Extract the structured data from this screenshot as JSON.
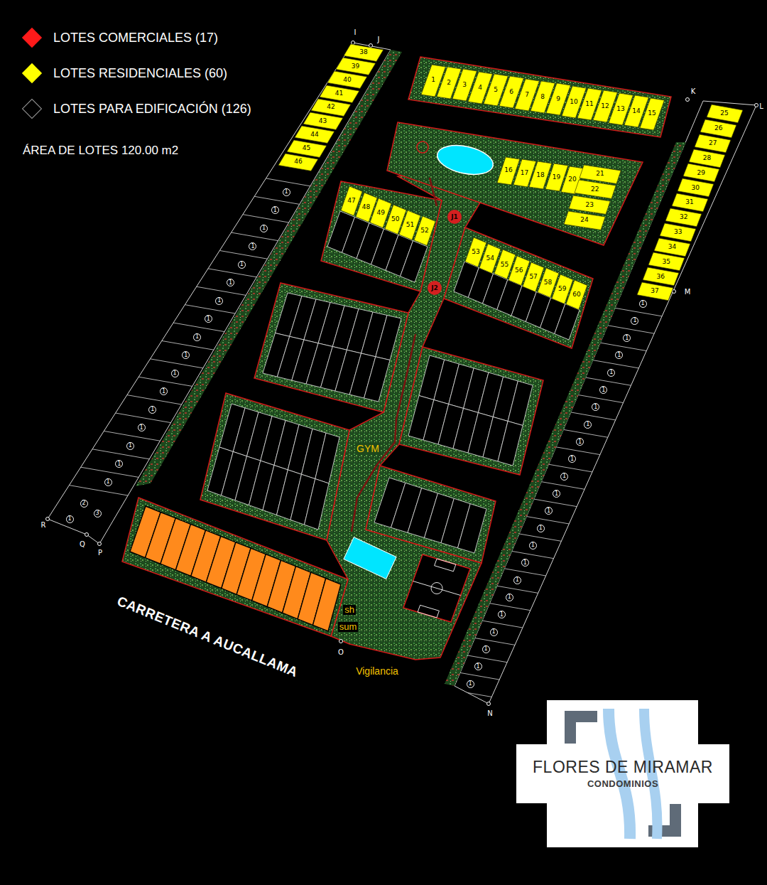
{
  "diagram": {
    "nodes": [
      {
        "text": [
          "1"
        ]
      },
      {
        "text": [
          "2"
        ]
      },
      {
        "text": [
          "3"
        ]
      },
      {
        "text": [
          "4"
        ]
      },
      {
        "text": [
          "5"
        ]
      },
      {
        "text": [
          "6"
        ]
      },
      {
        "text": [
          "7"
        ]
      },
      {
        "text": [
          "8"
        ]
      },
      {
        "text": [
          "9"
        ]
      },
      {
        "text": [
          "10"
        ]
      },
      {
        "text": [
          "11"
        ]
      },
      {
        "text": [
          "12"
        ]
      },
      {
        "text": [
          "13"
        ]
      },
      {
        "text": [
          "14"
        ]
      },
      {
        "text": [
          "15"
        ]
      },
      {
        "text": [
          "16"
        ]
      },
      {
        "text": [
          "17"
        ]
      },
      {
        "text": [
          "18"
        ]
      },
      {
        "text": [
          "19"
        ]
      },
      {
        "text": [
          "20"
        ]
      },
      {
        "text": [
          "21"
        ]
      },
      {
        "text": [
          "22"
        ]
      },
      {
        "text": [
          "23"
        ]
      },
      {
        "text": [
          "24"
        ]
      },
      {
        "text": [
          "25"
        ]
      },
      {
        "text": [
          "26"
        ]
      },
      {
        "text": [
          "27"
        ]
      },
      {
        "text": [
          "28"
        ]
      },
      {
        "text": [
          "29"
        ]
      },
      {
        "text": [
          "30"
        ]
      },
      {
        "text": [
          "31"
        ]
      },
      {
        "text": [
          "32"
        ]
      },
      {
        "text": [
          "33"
        ]
      },
      {
        "text": [
          "34"
        ]
      },
      {
        "text": [
          "35"
        ]
      },
      {
        "text": [
          "36"
        ]
      },
      {
        "text": [
          "37"
        ]
      },
      {
        "text": [
          "38"
        ]
      },
      {
        "text": [
          "39"
        ]
      },
      {
        "text": [
          "40"
        ]
      },
      {
        "text": [
          "41"
        ]
      },
      {
        "text": [
          "42"
        ]
      },
      {
        "text": [
          "43"
        ]
      },
      {
        "text": [
          "44"
        ]
      },
      {
        "text": [
          "45"
        ]
      },
      {
        "text": [
          "46"
        ]
      },
      {
        "text": [
          "47"
        ]
      },
      {
        "text": [
          "48"
        ]
      },
      {
        "text": [
          "49"
        ]
      },
      {
        "text": [
          "50"
        ]
      },
      {
        "text": [
          "51"
        ]
      },
      {
        "text": [
          "52"
        ]
      },
      {
        "text": [
          "53"
        ]
      },
      {
        "text": [
          "54"
        ]
      },
      {
        "text": [
          "55"
        ]
      },
      {
        "text": [
          "56"
        ]
      },
      {
        "text": [
          "57"
        ]
      },
      {
        "text": [
          "58"
        ]
      },
      {
        "text": [
          "59"
        ]
      },
      {
        "text": [
          "60"
        ]
      },
      {
        "text": [
          "FLORES DE MIRAMAR",
          "CONDOMINIOS"
        ]
      }
    ],
    "labels": [
      "ÁREA DE LOTES 120.00 m2",
      "I",
      "J",
      "K",
      "L",
      "M",
      "N",
      "O",
      "P",
      "Q",
      "R",
      "CARRETERA A AUCALLAMA",
      "J1",
      "J2",
      "GYM",
      "sh",
      "sum",
      "Vigilancia",
      "1",
      "1",
      "1",
      "1",
      "1",
      "1",
      "1",
      "1",
      "1",
      "1",
      "1",
      "1",
      "1",
      "1",
      "1",
      "1",
      "1",
      "1",
      "2",
      "3",
      "1",
      "1",
      "1",
      "1",
      "1",
      "1",
      "1",
      "1",
      "1",
      "1",
      "1",
      "1",
      "1",
      "1",
      "1",
      "1",
      "1",
      "1",
      "1",
      "1",
      "1",
      "1",
      "1"
    ],
    "legend": [
      {
        "text": "LOTES COMERCIALES (17)",
        "color": "#ff1a1a"
      },
      {
        "text": "LOTES RESIDENCIALES (60)",
        "color": "#ffff00"
      },
      {
        "text": "LOTES PARA EDIFICACIÓN (126)",
        "color": "#000000"
      }
    ]
  }
}
